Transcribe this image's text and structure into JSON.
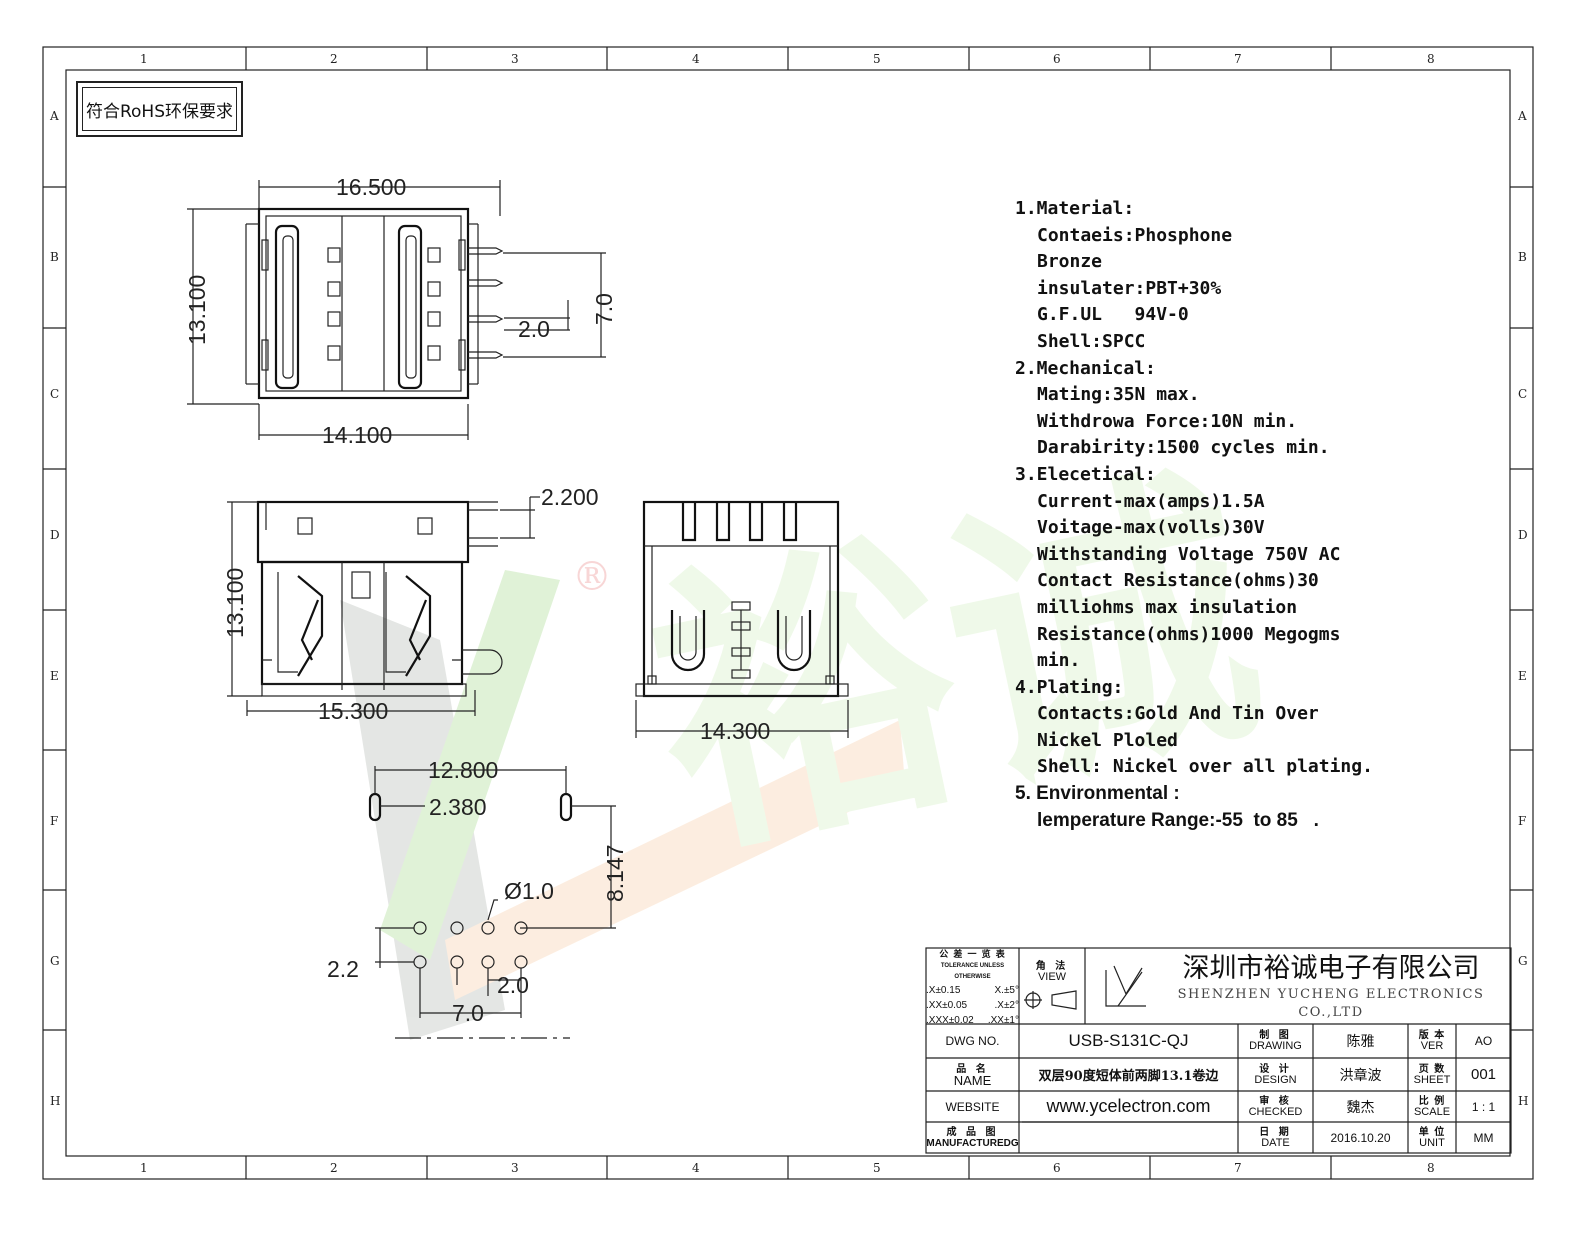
{
  "frame": {
    "columns": [
      "1",
      "2",
      "3",
      "4",
      "5",
      "6",
      "7",
      "8"
    ],
    "rows": [
      "A",
      "B",
      "C",
      "D",
      "E",
      "F",
      "G",
      "H"
    ]
  },
  "rohs_label": "符合RoHS环保要求",
  "watermark": {
    "text": "裕诚",
    "registered": "®"
  },
  "dimensions": {
    "top_width": "16.500",
    "top_height": "13.100",
    "top_bottom": "14.100",
    "pin_pitch": "2.0",
    "pin_span": "7.0",
    "side_height": "13.100",
    "side_tail": "2.200",
    "side_width": "15.300",
    "front_width": "14.300",
    "pcb_span": "12.800",
    "pcb_slot": "2.380",
    "pcb_depth": "8.147",
    "pcb_hole": "Ø1.0",
    "pcb_row": "2.2",
    "pcb_pitch": "2.0",
    "pcb_total": "7.0"
  },
  "specs": {
    "material_title": "1.Material:",
    "material_1": "Contaeis:Phosphone",
    "material_2": "Bronze",
    "material_3": "insulater:PBT+30%",
    "material_4": "G.F.UL   94V-0",
    "material_5": "Shell:SPCC",
    "mech_title": "2.Mechanical:",
    "mech_1": "Mating:35N max.",
    "mech_2": "Withdrowa Force:10N min.",
    "mech_3": "Darabirity:1500 cycles min.",
    "elec_title": "3.Elecetical:",
    "elec_1": "Current-max(amps)1.5A",
    "elec_2": "Voitage-max(volls)30V",
    "elec_3": "Withstanding Voltage 750V AC",
    "elec_4": "Contact Resistance(ohms)30",
    "elec_5": "milliohms max insulation",
    "elec_6": "Resistance(ohms)1000 Megogms",
    "elec_7": "min.",
    "plat_title": "4.Plating:",
    "plat_1": "Contacts:Gold And Tin Over",
    "plat_2": "Nickel Ploled",
    "plat_3": "Shell: Nickel over all plating.",
    "env_title": "5. Environmental :",
    "env_1": "lemperature Range:-55  to 85   ."
  },
  "title_block": {
    "tol_title": "公 差 一 览 表",
    "tol_sub": "TOLERANCE UNLESS OTHERWISE",
    "tol_1a": ".X±0.15",
    "tol_1b": "X.±5°",
    "tol_2a": ".XX±0.05",
    "tol_2b": ".X±2°",
    "tol_3a": ".XXX±0.02",
    "tol_3b": ".XX±1°",
    "view_cn": "角 法",
    "view_en": "VIEW",
    "company_cn": "深圳市裕诚电子有限公司",
    "company_en": "SHENZHEN YUCHENG ELECTRONICS CO.,LTD",
    "dwg_label": "DWG NO.",
    "dwg_value": "USB-S131C-QJ",
    "name_cn": "品 名",
    "name_en": "NAME",
    "name_value": "双层90度短体前两脚13.1卷边",
    "web_label": "WEBSITE",
    "web_value": "www.ycelectron.com",
    "mfg_cn": "成 品 图",
    "mfg_en": "MANUFACTUREDG",
    "drawing_cn": "制 图",
    "drawing_en": "DRAWING",
    "drawing_value": "陈雅",
    "design_cn": "设 计",
    "design_en": "DESIGN",
    "design_value": "洪章波",
    "checked_cn": "审 核",
    "checked_en": "CHECKED",
    "checked_value": "魏杰",
    "date_cn": "日 期",
    "date_en": "DATE",
    "date_value": "2016.10.20",
    "ver_cn": "版 本",
    "ver_en": "VER",
    "ver_value": "AO",
    "sheet_cn": "页 数",
    "sheet_en": "SHEET",
    "sheet_value": "001",
    "scale_cn": "比 例",
    "scale_en": "SCALE",
    "scale_value": "1 : 1",
    "unit_cn": "单 位",
    "unit_en": "UNIT",
    "unit_value": "MM"
  }
}
